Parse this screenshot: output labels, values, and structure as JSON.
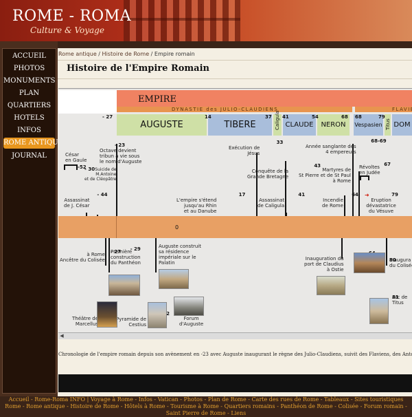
{
  "header": {
    "title": "ROME - ROMA",
    "subtitle": "Culture & Voyage"
  },
  "nav": {
    "items": [
      {
        "label": "ACCUEIL"
      },
      {
        "label": "PHOTOS"
      },
      {
        "label": "MONUMENTS"
      },
      {
        "label": "PLAN"
      },
      {
        "label": "QUARTIERS"
      },
      {
        "label": "HOTELS"
      },
      {
        "label": "INFOS"
      },
      {
        "label": "ROME ANTIQUE",
        "active": true
      },
      {
        "label": "JOURNAL"
      }
    ]
  },
  "breadcrumb": {
    "items": [
      "Rome antique",
      "Histoire de Rome"
    ],
    "separator": " / ",
    "current": "Empire romain"
  },
  "page_title": "Histoire de l'Empire Romain",
  "timeline": {
    "empire": "EMPIRE",
    "dynasty_jc": "DYNASTIE des JULIO-CLAUDIENS",
    "dynasty_fl": "FLAVIENS",
    "emperors": {
      "auguste": "AUGUSTE",
      "tibere": "TIBERE",
      "caligula": "Caligula",
      "claude": "CLAUDE",
      "neron": "NERON",
      "vespasien": "Vespasien",
      "titus": "Titus",
      "domitien": "DOM"
    },
    "years_top": {
      "y27": "- 27",
      "y14": "14",
      "y37": "37",
      "y41": "41",
      "y54": "54",
      "y68": "68",
      "y79": "79"
    },
    "events_top": {
      "cesar": {
        "year": "-52",
        "text": [
          "César",
          "en Gaule"
        ]
      },
      "octave": {
        "year": "- 23",
        "text": [
          "Octave devient",
          "tribun à vie sous",
          "le nom d'Auguste"
        ]
      },
      "antoine": {
        "year": "- 30",
        "text": [
          "Suicide de",
          "M.Antoine",
          "et de Cléopâtre"
        ]
      },
      "assassinat_cesar": {
        "year": "- 44",
        "text": [
          "Assassinat",
          "de J. César"
        ]
      },
      "jesus": {
        "year": "33",
        "text": [
          "Exécution de",
          "Jésus"
        ]
      },
      "bretagne": {
        "year": "43",
        "text": [
          "Conquête de la",
          "Grande Bretagne"
        ]
      },
      "rhin": {
        "year": "17",
        "text": [
          "L'empire s'étend",
          "jusqu'au Rhin",
          "et au Danube"
        ]
      },
      "caligula_death": {
        "year": "41",
        "text": [
          "Assassinat",
          "de Caligula"
        ]
      },
      "incendie": {
        "year": "64",
        "text": [
          "Incendie",
          "de Rome"
        ]
      },
      "sanglante": {
        "year": "68-69",
        "text": [
          "Année sanglante des",
          "4 empereurs"
        ]
      },
      "martyres": {
        "year": "67",
        "text": [
          "Martyres de",
          "St Pierre et de St Paul",
          "à Rome"
        ]
      },
      "judee": {
        "text": [
          "Révoltes",
          "en Judée"
        ]
      },
      "vesuve": {
        "year": "79",
        "text": [
          "Eruption",
          "dévastatrice",
          "du Vésuve"
        ]
      }
    },
    "axis_label": "0",
    "events_bottom": {
      "colisee_ancetre": {
        "year": "- 29",
        "text": [
          "à Rome",
          "Ancêtre du Colisée"
        ]
      },
      "pantheon": {
        "year": "- 27",
        "text": [
          "Première",
          "construction",
          "du Panthéon"
        ]
      },
      "palatin": {
        "text": [
          "Auguste construit",
          "sa résidence",
          "impériale sur le",
          "Palatin"
        ]
      },
      "marcellus": {
        "text": [
          "Théâtre de",
          "Marcellus"
        ]
      },
      "cestius": {
        "year": "- 12",
        "text": [
          "Pyramide de",
          "Cestius"
        ]
      },
      "forum_auguste": {
        "text": [
          "Forum",
          "d'Auguste"
        ]
      },
      "ostie": {
        "year": "64",
        "text": [
          "Inauguration du",
          "port de Claudius",
          "à Ostie"
        ]
      },
      "colisee": {
        "year": "80",
        "text": [
          "Inaugura",
          "du Colisée"
        ]
      },
      "arc_titus": {
        "year": "81",
        "text": [
          "Arc de",
          "Titus"
        ]
      }
    },
    "scroll_left_icon": "triangle-left-icon"
  },
  "caption": "Chronologie de l'empire romain depuis son avènement en -23 avec Auguste inaugurant le règne des Julio-Claudiens, suivit des Flaviens, des Antonins de la Pax Roma",
  "footer": {
    "links": [
      "Accueil",
      "Rome-Roma INFO",
      "Voyage à Rome",
      "Infos",
      "Vatican",
      "Photos",
      "Plan de Rome",
      "Carte des rues de Rome",
      "Tableaux",
      "Sites touristiques Rome",
      "Rome antique",
      "Histoire de Rome",
      "Hôtels à Rome",
      "Tourisme à Rome",
      "Quartiers romains",
      "Panthéon de Rome",
      "Colisée",
      "Forum romain",
      "Saint Pierre de Rome",
      "Liens"
    ]
  },
  "colors": {
    "empire": "#f08262",
    "dynasty": "#e8944f",
    "auguste": "#cfe0a6",
    "tibere": "#a9bedb",
    "caligula": "#cfe0a6",
    "claude": "#a9bedb",
    "neron": "#cfe0a6",
    "vespasien": "#a9bedb",
    "titus": "#cfe0a6",
    "domitien": "#a9bedb",
    "axis": "#e8a064",
    "nav_active": "#e8961e",
    "footer_link": "#e3a030"
  }
}
